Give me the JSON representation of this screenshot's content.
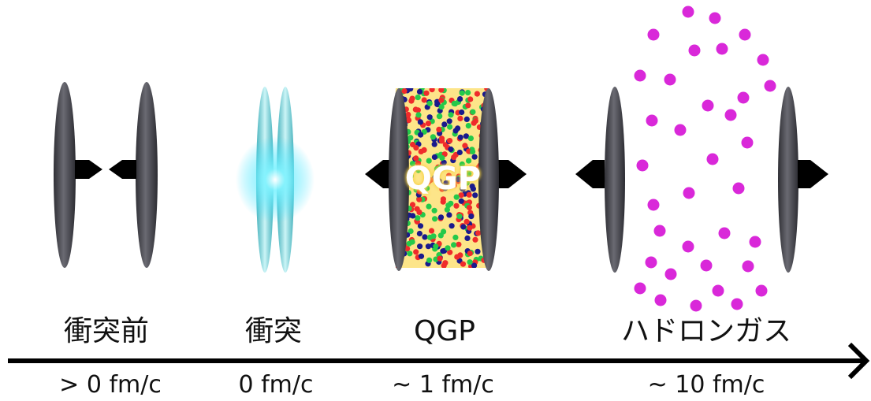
{
  "stages": [
    {
      "id": "before",
      "label": "衝突前",
      "time": "> 0 fm/c"
    },
    {
      "id": "collision",
      "label": "衝突",
      "time": "0 fm/c"
    },
    {
      "id": "qgp",
      "label": "QGP",
      "time": "~ 1 fm/c"
    },
    {
      "id": "hadron-gas",
      "label": "ハドロンガス",
      "time": "~ 10 fm/c"
    }
  ],
  "qgp_text": "QGP",
  "colors": {
    "nucleus": "#4e4e56",
    "collision_flash": "#34e0ff",
    "qgp_medium": "#fde589",
    "quark_red": "#ef2b2b",
    "quark_green": "#25c94a",
    "quark_blue": "#1a1a8c",
    "hadron": "#d928d9",
    "arrow": "#000000"
  },
  "icons": {
    "motion_arrow": "arrowhead",
    "time_axis_arrow": "open-chevron-arrow"
  }
}
